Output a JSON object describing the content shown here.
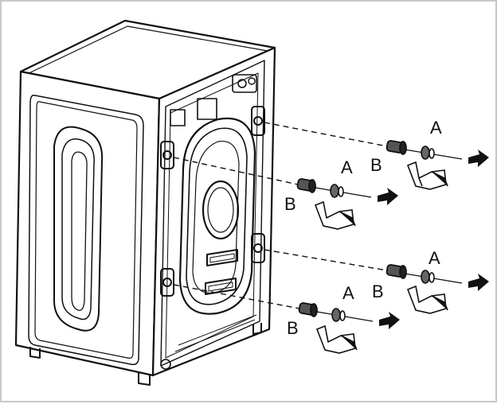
{
  "figure": {
    "labels": {
      "a1": "A",
      "b1": "B",
      "a2": "A",
      "b2": "B",
      "a3": "A",
      "b3": "B",
      "a4": "A",
      "b4": "B"
    },
    "colors": {
      "line": "#111111",
      "background": "#ffffff",
      "frame": "#c8c8c8"
    },
    "icons": [
      "washing-machine-back-icon",
      "transit-bolt-icon",
      "spacer-icon",
      "removal-arrow-icon",
      "tilted-hand-icon"
    ]
  }
}
